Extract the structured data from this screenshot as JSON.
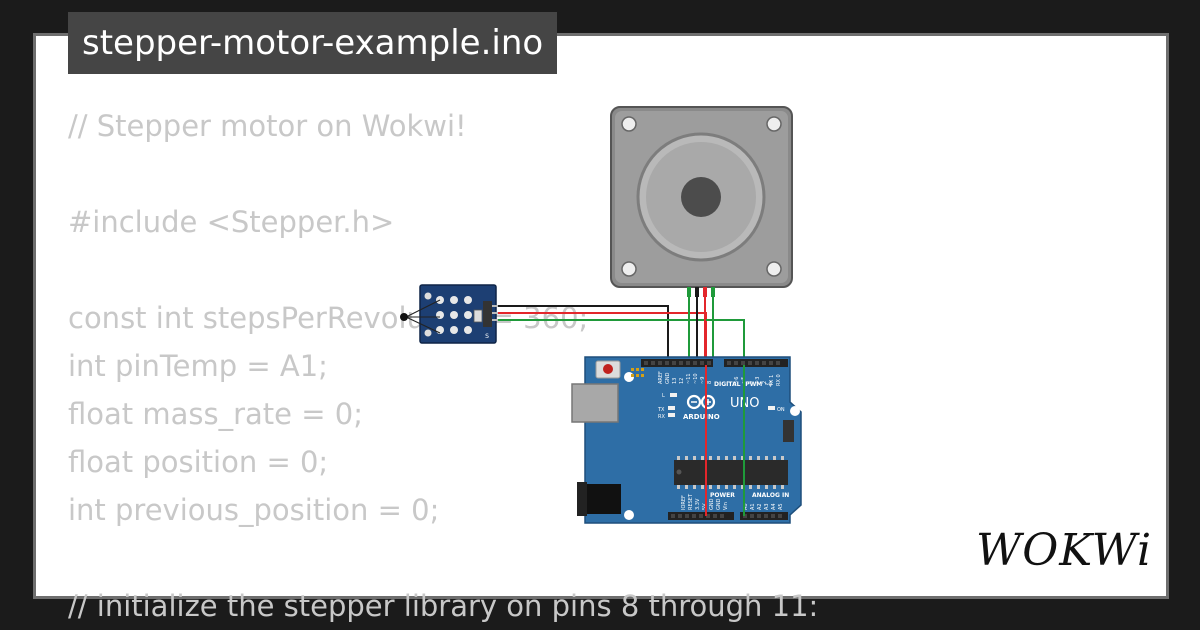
{
  "project": {
    "filename": "stepper-motor-example.ino"
  },
  "code_lines": [
    "// Stepper motor on Wokwi!",
    "",
    "#include <Stepper.h>",
    "",
    "const int stepsPerRevolution = 360;",
    "int pinTemp = A1;",
    "float mass_rate = 0;",
    "float position = 0;",
    "int previous_position = 0;",
    "",
    "// initialize the stepper library on pins 8 through 11:"
  ],
  "board": {
    "brand": "ARDUINO",
    "model": "UNO",
    "digital_label": "DIGITAL (PWM ~)",
    "power_label": "POWER",
    "analog_label": "ANALOG IN",
    "on_label": "ON",
    "l_label": "L",
    "tx_label": "TX",
    "rx_label": "RX",
    "digital_pins": [
      "AREF",
      "GND",
      "13",
      "12",
      "~11",
      "~10",
      "~9",
      "8",
      "7",
      "~6",
      "~5",
      "4",
      "~3",
      "2",
      "TX 1",
      "RX 0"
    ],
    "power_pins": [
      "IOREF",
      "RESET",
      "3.3V",
      "5V",
      "GND",
      "GND",
      "Vin"
    ],
    "analog_pins": [
      "A0",
      "A1",
      "A2",
      "A3",
      "A4",
      "A5"
    ]
  },
  "sensor": {
    "pin_label": "S"
  },
  "wire_colors": {
    "black": "#1a1a1a",
    "red": "#e3262b",
    "green": "#1f9a3a",
    "gray": "#9a9a9a"
  },
  "colors": {
    "board": "#2e6ea6",
    "sensor": "#1d3f73",
    "motor": "#8a8a8a",
    "code_text": "#c8c8c8",
    "title_bg": "#454545"
  },
  "logo": {
    "text": "WOKWi"
  }
}
